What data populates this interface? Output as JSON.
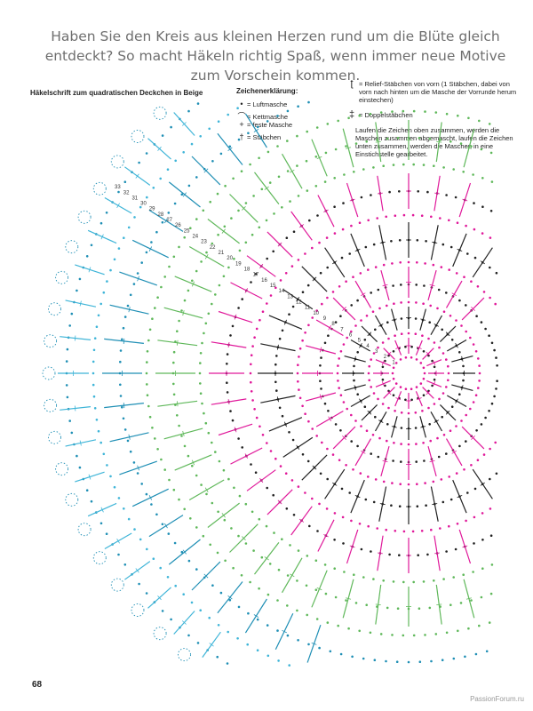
{
  "intro": "Haben Sie den Kreis aus kleinen Herzen rund um die Blüte gleich entdeckt? So macht Häkeln richtig Spaß, wenn immer neue Motive zum Vorschein kommen.",
  "chart_title": "Häkelschrift zum quadratischen Deckchen in Beige",
  "legend": {
    "title": "Zeichenerklärung:",
    "items": [
      {
        "icon": "dot-icon",
        "text": "= Luftmasche"
      },
      {
        "icon": "slip-stitch-icon",
        "text": "= Kettmasche\n= feste Masche"
      },
      {
        "icon": "treble-icon",
        "text": "= Stäbchen"
      }
    ]
  },
  "notes": {
    "relief": "= Relief-Stäbchen von vorn (1 Stäbchen, dabei von vorn nach hinten um die Masche der Vorrunde herum einstechen)",
    "double": "= Doppelstäbchen",
    "explanation": "Laufen die Zeichen oben zusammen, werden die Maschen zusammen abgemascht, laufen die Zeichen unten zusammen, werden die Maschen in eine Einstichstelle gearbeitet."
  },
  "round_labels": [
    "1",
    "2",
    "3",
    "4",
    "5",
    "6",
    "7",
    "8",
    "9",
    "10",
    "11",
    "12",
    "13",
    "14",
    "15",
    "16",
    "17",
    "18",
    "19",
    "20",
    "21",
    "22",
    "23",
    "24",
    "25",
    "26",
    "27",
    "28",
    "29",
    "30",
    "31",
    "32",
    "33"
  ],
  "colors": {
    "magenta": "#e0189a",
    "black": "#222222",
    "green": "#5fb85a",
    "teal": "#1f8fb5",
    "light_blue": "#3fb5d8"
  },
  "page_number": "68",
  "watermark": "PassionForum.ru"
}
